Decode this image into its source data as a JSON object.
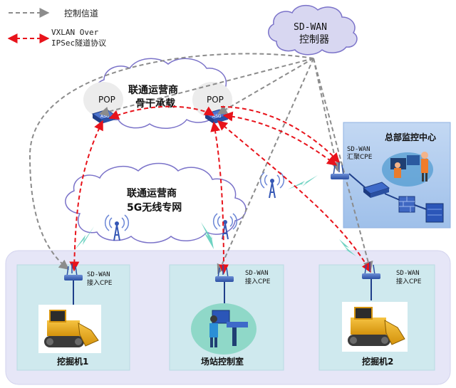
{
  "legend": {
    "control_channel": "控制信道",
    "vxlan_line1": "VXLAN Over",
    "vxlan_line2": "IPSec隧道协议"
  },
  "controller": {
    "line1": "SD-WAN",
    "line2": "控制器"
  },
  "backbone": {
    "line1": "联通运营商",
    "line2": "骨干承载",
    "pop_left": "POP",
    "pop_right": "POP",
    "asg_left": "ASG",
    "asg_right": "ASG"
  },
  "network5g": {
    "line1": "联通运营商",
    "line2": "5G无线专网"
  },
  "hq": {
    "title": "总部监控中心",
    "cpe_line1": "SD-WAN",
    "cpe_line2": "汇聚CPE"
  },
  "sites": [
    {
      "name": "挖掘机1",
      "cpe_line1": "SD-WAN",
      "cpe_line2": "接入CPE"
    },
    {
      "name": "场站控制室",
      "cpe_line1": "SD-WAN",
      "cpe_line2": "接入CPE"
    },
    {
      "name": "挖掘机2",
      "cpe_line1": "SD-WAN",
      "cpe_line2": "接入CPE"
    }
  ],
  "colors": {
    "control_line": "#8c8c8c",
    "tunnel_line": "#e8131b",
    "cloud_stroke": "#7b73c9",
    "site_fill": "#cfe9ee",
    "outer_fill": "#e6e6f7",
    "hq_fill": "#a9c8ee",
    "wireless": "#6fd3c2"
  }
}
